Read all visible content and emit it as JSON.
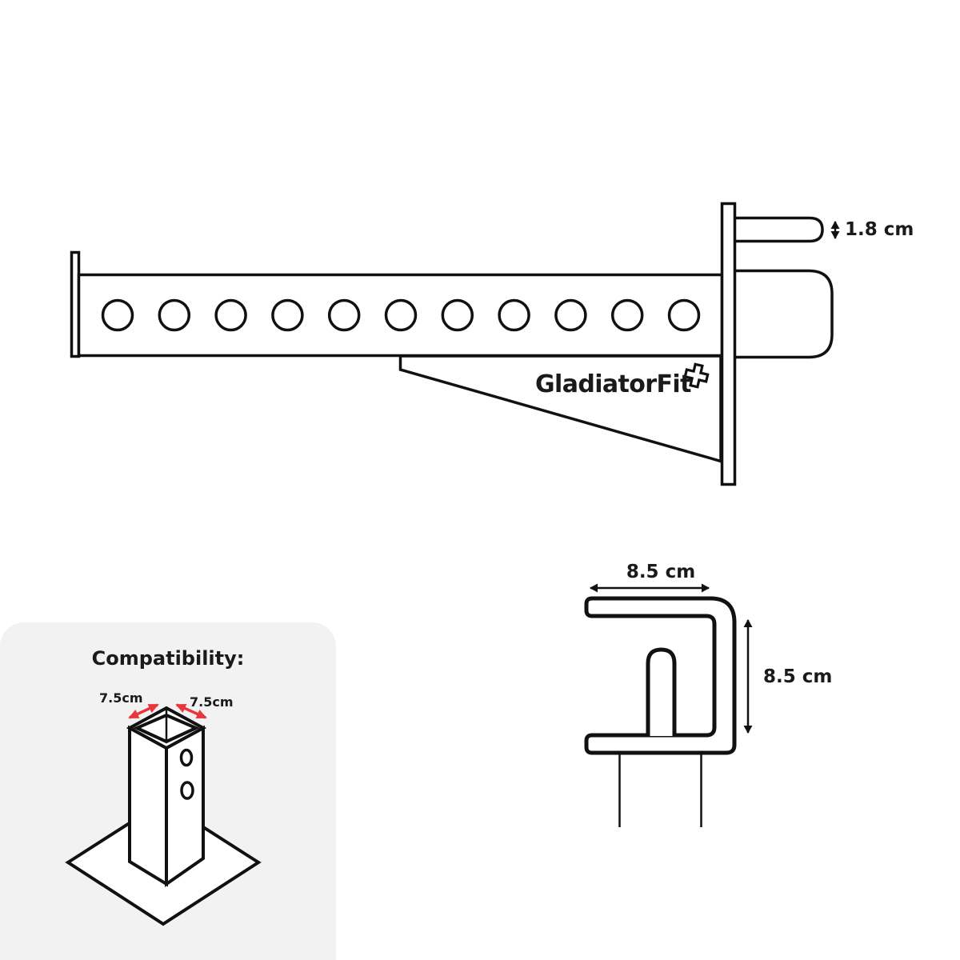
{
  "colors": {
    "line": "#111111",
    "red": "#e8363d",
    "panel_bg": "#f2f2f2",
    "text": "#1a1a1a",
    "background": "#ffffff"
  },
  "brand": {
    "logo_text": "GladiatorFit",
    "logo_icon": "plus-cross-icon"
  },
  "arm_diagram": {
    "hole_count": 11,
    "pin_diameter_label": "1.8 cm"
  },
  "compatibility": {
    "title": "Compatibility:",
    "post_width_label": "7.5cm",
    "post_depth_label": "7.5cm"
  },
  "clamp_diagram": {
    "outer_width_label": "8.5 cm",
    "inner_height_label": "8.5 cm"
  }
}
